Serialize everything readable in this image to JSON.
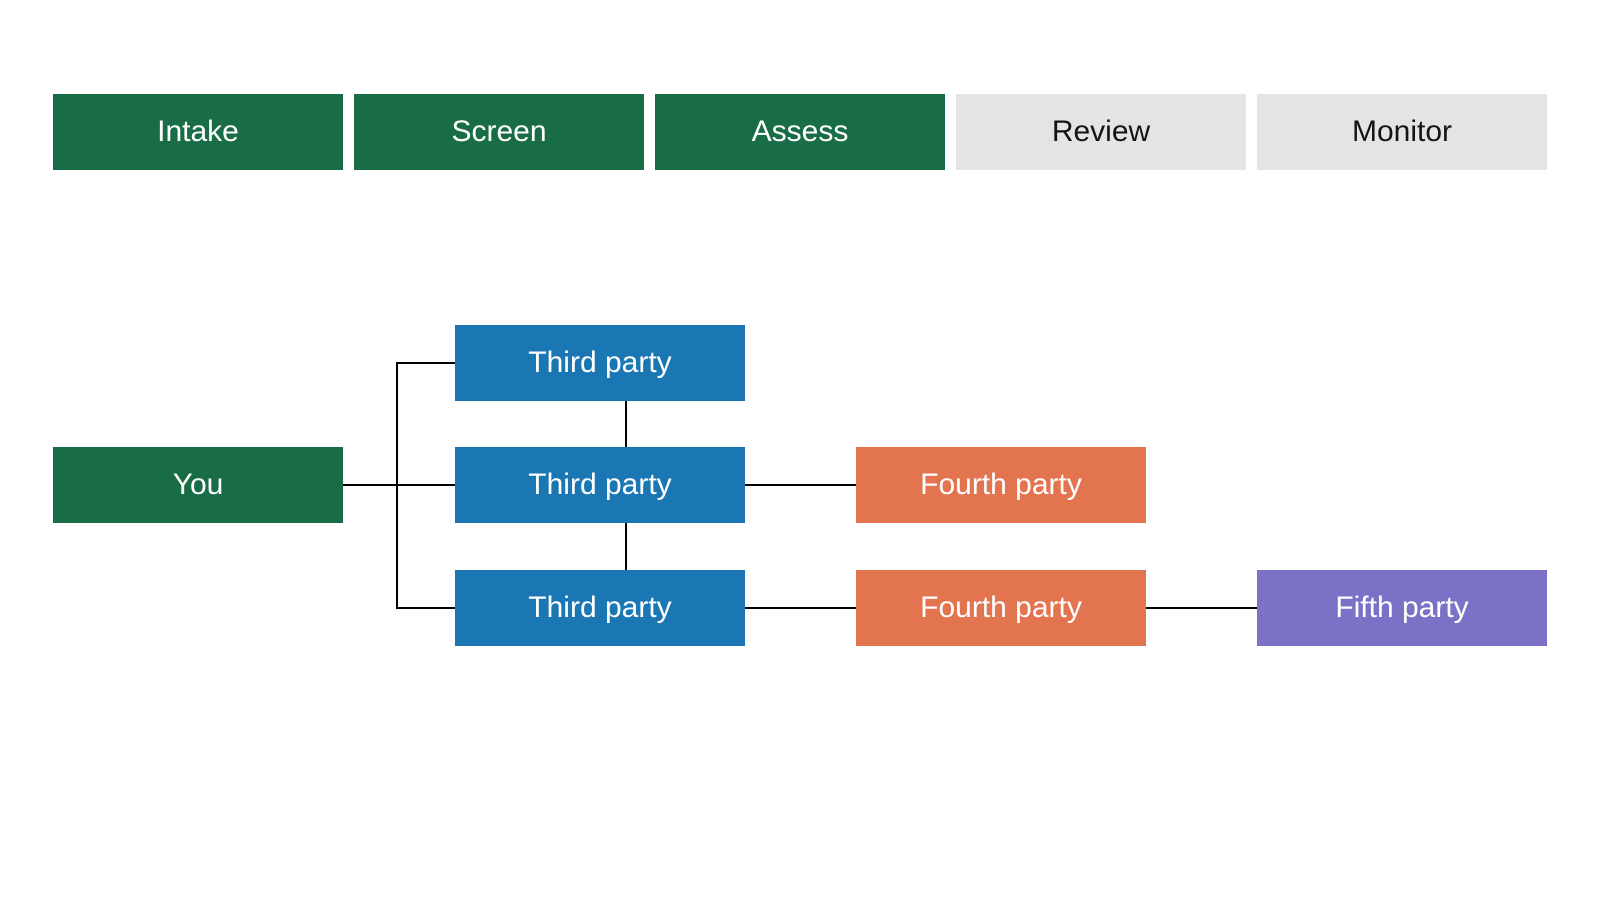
{
  "colors": {
    "green": "#186C46",
    "blue": "#1A77B4",
    "orange": "#E37450",
    "purple": "#7B72C7",
    "gray": "#E4E4E4",
    "line": "#000000"
  },
  "stages": {
    "items": [
      {
        "label": "Intake",
        "active": true
      },
      {
        "label": "Screen",
        "active": true
      },
      {
        "label": "Assess",
        "active": true
      },
      {
        "label": "Review",
        "active": false
      },
      {
        "label": "Monitor",
        "active": false
      }
    ]
  },
  "diagram": {
    "you": {
      "label": "You"
    },
    "third_parties": [
      {
        "label": "Third party"
      },
      {
        "label": "Third party"
      },
      {
        "label": "Third party"
      }
    ],
    "fourth_parties": [
      {
        "label": "Fourth party"
      },
      {
        "label": "Fourth party"
      }
    ],
    "fifth_party": {
      "label": "Fifth party"
    },
    "edges": [
      {
        "from": "You",
        "to": "Third party (top)"
      },
      {
        "from": "You",
        "to": "Third party (middle)"
      },
      {
        "from": "You",
        "to": "Third party (bottom)"
      },
      {
        "from": "Third party (top)",
        "to": "Third party (middle)"
      },
      {
        "from": "Third party (middle)",
        "to": "Third party (bottom)"
      },
      {
        "from": "Third party (middle)",
        "to": "Fourth party (top)"
      },
      {
        "from": "Third party (bottom)",
        "to": "Fourth party (bottom)"
      },
      {
        "from": "Fourth party (bottom)",
        "to": "Fifth party"
      }
    ]
  }
}
